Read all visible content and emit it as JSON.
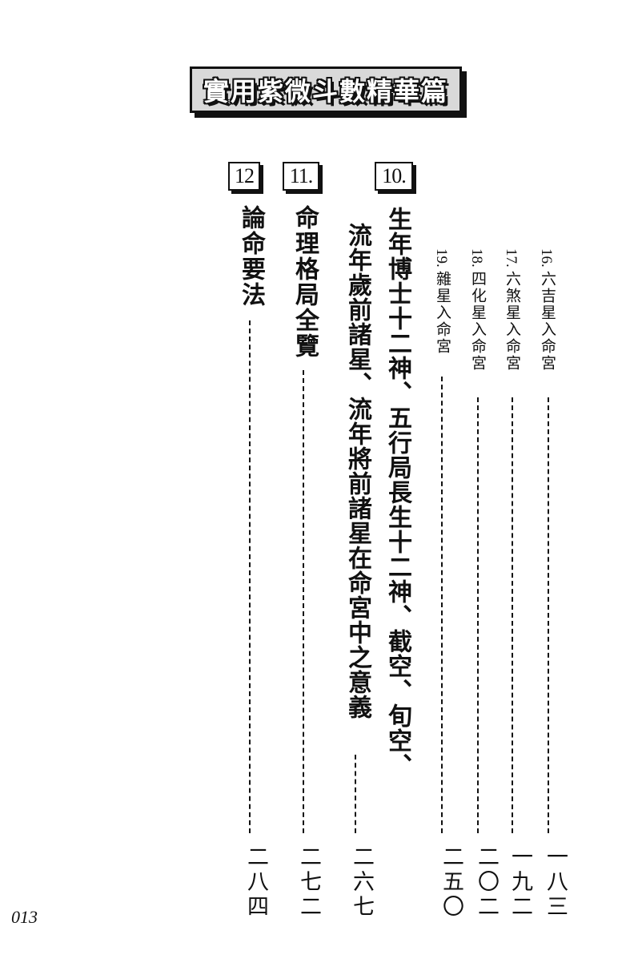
{
  "banner": {
    "title": "實用紫微斗數精華篇"
  },
  "chapters": [
    {
      "num": "12",
      "title": "論命要法",
      "page": "二八四"
    },
    {
      "num": "11.",
      "title": "命理格局全覽",
      "page": "二七二"
    },
    {
      "num": "10.",
      "title_line1": "生年博士十二神、五行局長生十二神、截空、旬空、",
      "title_line2": "流年歲前諸星、流年將前諸星在命宮中之意義",
      "page": "二六七"
    }
  ],
  "subsections": [
    {
      "num": "19.",
      "title": "雜星入命宮",
      "page": "二五〇"
    },
    {
      "num": "18.",
      "title": "四化星入命宮",
      "page": "二〇二"
    },
    {
      "num": "17.",
      "title": "六煞星入命宮",
      "page": "一九二"
    },
    {
      "num": "16.",
      "title": "六吉星入命宮",
      "page": "一八三"
    }
  ],
  "folio": "013"
}
